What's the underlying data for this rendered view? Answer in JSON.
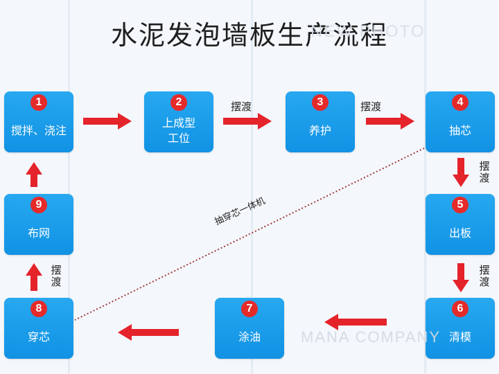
{
  "title": "水泥发泡墙板生产流程",
  "steps": [
    {
      "number": "1",
      "label": "搅拌、浇注"
    },
    {
      "number": "2",
      "label": "上成型\n工位"
    },
    {
      "number": "3",
      "label": "养护"
    },
    {
      "number": "4",
      "label": "抽芯"
    },
    {
      "number": "5",
      "label": "出板"
    },
    {
      "number": "6",
      "label": "清模"
    },
    {
      "number": "7",
      "label": "涂油"
    },
    {
      "number": "8",
      "label": "穿芯"
    },
    {
      "number": "9",
      "label": "布网"
    }
  ],
  "connectors": {
    "c2_3": "摆渡",
    "c3_4": "摆渡",
    "c4_5": "摆渡",
    "c5_6": "摆渡",
    "c8_9": "摆渡"
  },
  "diagonal_label": "抽穿芯一体机",
  "watermarks": {
    "top": "NEW PHOTO",
    "bottom": "MANA COMPANY"
  },
  "colors": {
    "box": "#1a9be9",
    "badge": "#e52a2a",
    "arrow": "#e4232b",
    "dotted_line": "#a23a3a"
  }
}
